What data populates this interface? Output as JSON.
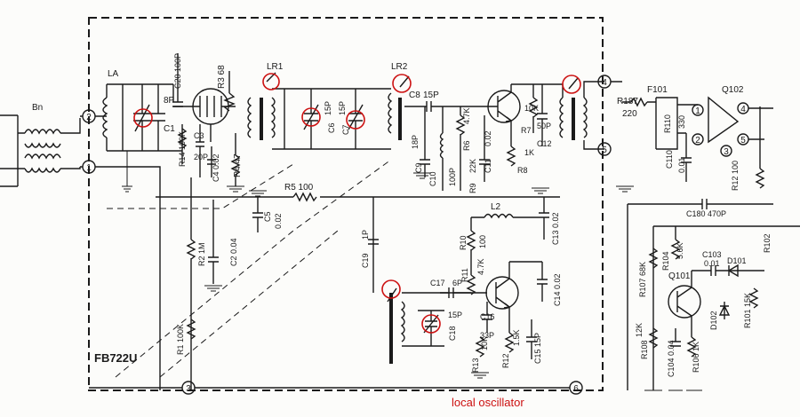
{
  "module_label": "FB722U",
  "caption": "local oscillator",
  "accent_color": "#cc1111",
  "terminals": [
    "1",
    "2",
    "3",
    "4",
    "5",
    "6"
  ],
  "ic_pins": [
    "1",
    "2",
    "3",
    "4",
    "5"
  ],
  "components": {
    "bn": "Bn",
    "la": "LA",
    "c1": "C1",
    "c1_val": "8P",
    "c20": "C20 100P",
    "r14": "R14 100K",
    "c3": "C3",
    "c3_val": "20P",
    "c4": "C4 0.02",
    "r3": "R3 68",
    "r4": "R4 47",
    "lr1": "LR1",
    "c6": "C6",
    "c6_val": "15P",
    "c7": "C7",
    "c7_val": "15P",
    "lr2": "LR2",
    "c8": "C8",
    "c8_val": "15P",
    "c9": "C9",
    "c9_val": "18P",
    "c10": "C10",
    "c10_val": "100P",
    "r6": "R6",
    "r6_val": "4.7K",
    "r9": "R9",
    "r9_val": "22K",
    "c11": "C11",
    "c11_val": "0.02",
    "r7": "R7",
    "r7_val": "10K",
    "c12": "C12",
    "c12_val": "50P",
    "r8": "R8",
    "r8_val": "1K",
    "r5": "R5 100",
    "c5": "C5",
    "c5_val": "0.02",
    "r2": "R2 1M",
    "c2": "C2 0.04",
    "r1": "R1 100K",
    "l2": "L2",
    "r10": "R10",
    "r10_val": "100",
    "c13": "C13 0.02",
    "c19": "C19",
    "c19_val": "1P",
    "c17": "C17",
    "c17_val": "6P",
    "r11": "R11",
    "r11_val": "4.7K",
    "c14": "C14 0.02",
    "c16": "C16",
    "c16_val": "33P",
    "c18": "C18",
    "c18_val": "15P",
    "r13": "R13",
    "r13_val": "10K",
    "r12": "R12",
    "r12_val": "1.5K",
    "c15": "C15 15P",
    "r187": "R187",
    "r187_val": "220",
    "f101": "F101",
    "r110": "R110",
    "r110_val": "330",
    "c110": "C110",
    "c110_val": "0.01",
    "q102": "Q102",
    "r112": "R12 100",
    "c180": "C180 470P",
    "r107": "R107 68K",
    "r104": "R104",
    "r104_val": "5.6K",
    "c103": "C103",
    "c103_val": "0.01",
    "d101": "D101",
    "r102": "R102",
    "q101": "Q101",
    "d102": "D102",
    "r101": "R101 15K",
    "r108": "R108",
    "r108_val": "12K",
    "c104": "C104 0.04",
    "r106": "R106 1K"
  }
}
